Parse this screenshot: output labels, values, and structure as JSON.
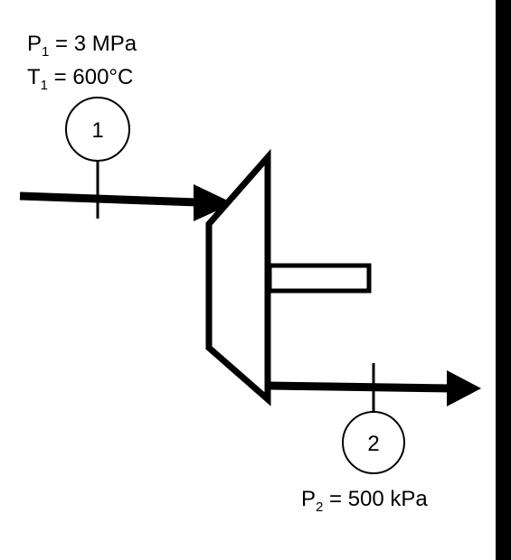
{
  "inlet": {
    "pressure": {
      "symbol": "P",
      "subscript": "1",
      "text": " = 3 MPa"
    },
    "temperature": {
      "symbol": "T",
      "subscript": "1",
      "text": " = 600°C"
    }
  },
  "outlet": {
    "pressure": {
      "symbol": "P",
      "subscript": "2",
      "text": " = 500 kPa"
    }
  },
  "states": [
    {
      "id": "1"
    },
    {
      "id": "2"
    }
  ],
  "colors": {
    "line": "#000000",
    "background": "#ffffff",
    "edge_bar": "#000000"
  }
}
